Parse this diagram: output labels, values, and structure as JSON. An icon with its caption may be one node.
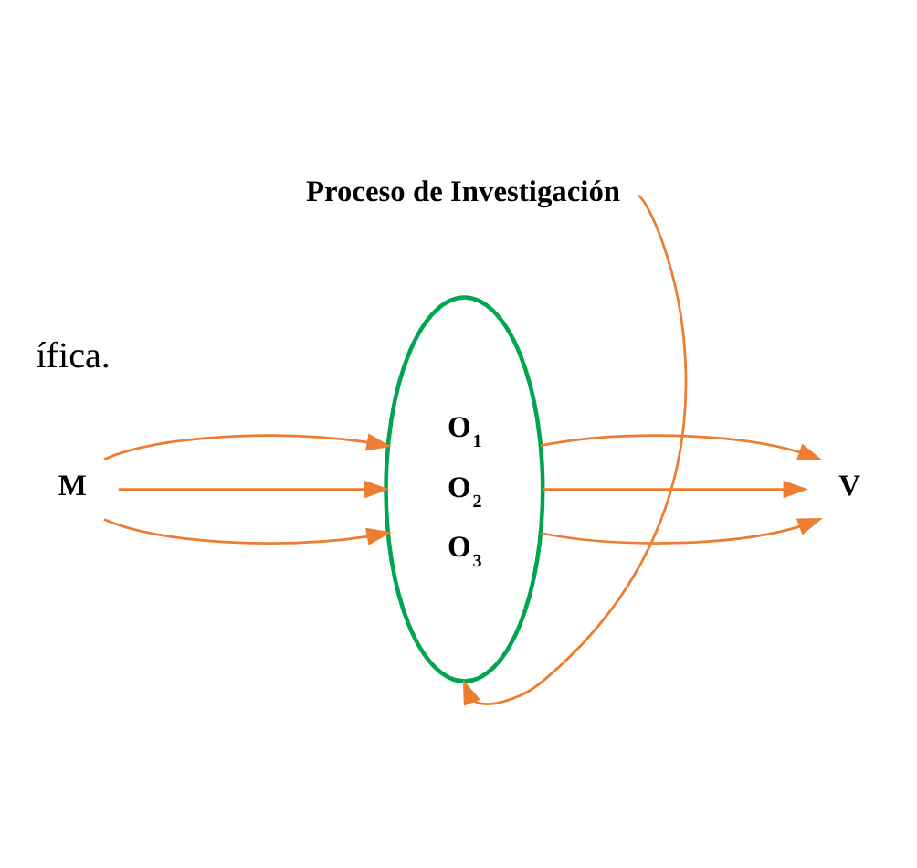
{
  "diagram": {
    "nodes": [
      {
        "text": [
          "M"
        ]
      },
      {
        "text": [
          "O$_{1}$",
          "O$_{2}$",
          "O$_{3}$"
        ]
      },
      {
        "text": [
          "V"
        ]
      },
      {
        "text": [
          "Proceso de Investigación"
        ]
      }
    ],
    "edges": [
      {
        "from": 0,
        "to": 1,
        "arrow": "to"
      },
      {
        "from": 0,
        "to": 1,
        "arrow": "to"
      },
      {
        "from": 0,
        "to": 1,
        "arrow": "to"
      },
      {
        "from": 1,
        "to": 2,
        "arrow": "to"
      },
      {
        "from": 1,
        "to": 2,
        "arrow": "to"
      },
      {
        "from": 1,
        "to": 2,
        "arrow": "to"
      },
      {
        "from": 3,
        "to": 1,
        "arrow": "to"
      }
    ],
    "labels": [
      "ífica."
    ]
  }
}
